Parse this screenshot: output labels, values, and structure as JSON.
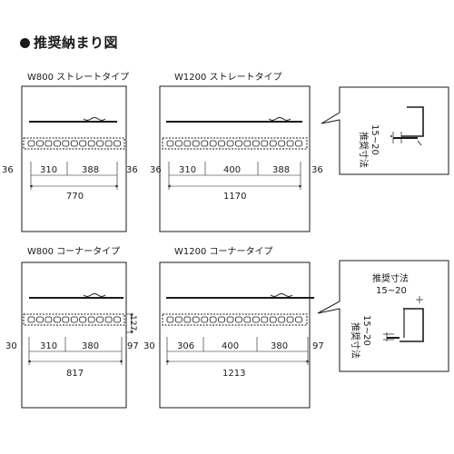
{
  "heading": "推奨納まり図",
  "panels": [
    {
      "title": "W800 ストレートタイプ",
      "dims": [
        "36",
        "310",
        "388",
        "36"
      ],
      "total": "770"
    },
    {
      "title": "W1200 ストレートタイプ",
      "dims": [
        "36",
        "310",
        "400",
        "388",
        "36"
      ],
      "total": "1170"
    },
    {
      "title": "W800 コーナータイプ",
      "dims": [
        "30",
        "310",
        "380",
        "97"
      ],
      "height": "127",
      "total": "817"
    },
    {
      "title": "W1200 コーナータイプ",
      "dims": [
        "30",
        "306",
        "400",
        "380",
        "97"
      ],
      "total": "1213"
    }
  ],
  "callout_straight": {
    "label": "推奨寸法",
    "value": "15~20"
  },
  "callout_corner": {
    "label_top": "推奨寸法",
    "value_top": "15~20",
    "label_side": "推奨寸法",
    "value_side": "15~20"
  }
}
